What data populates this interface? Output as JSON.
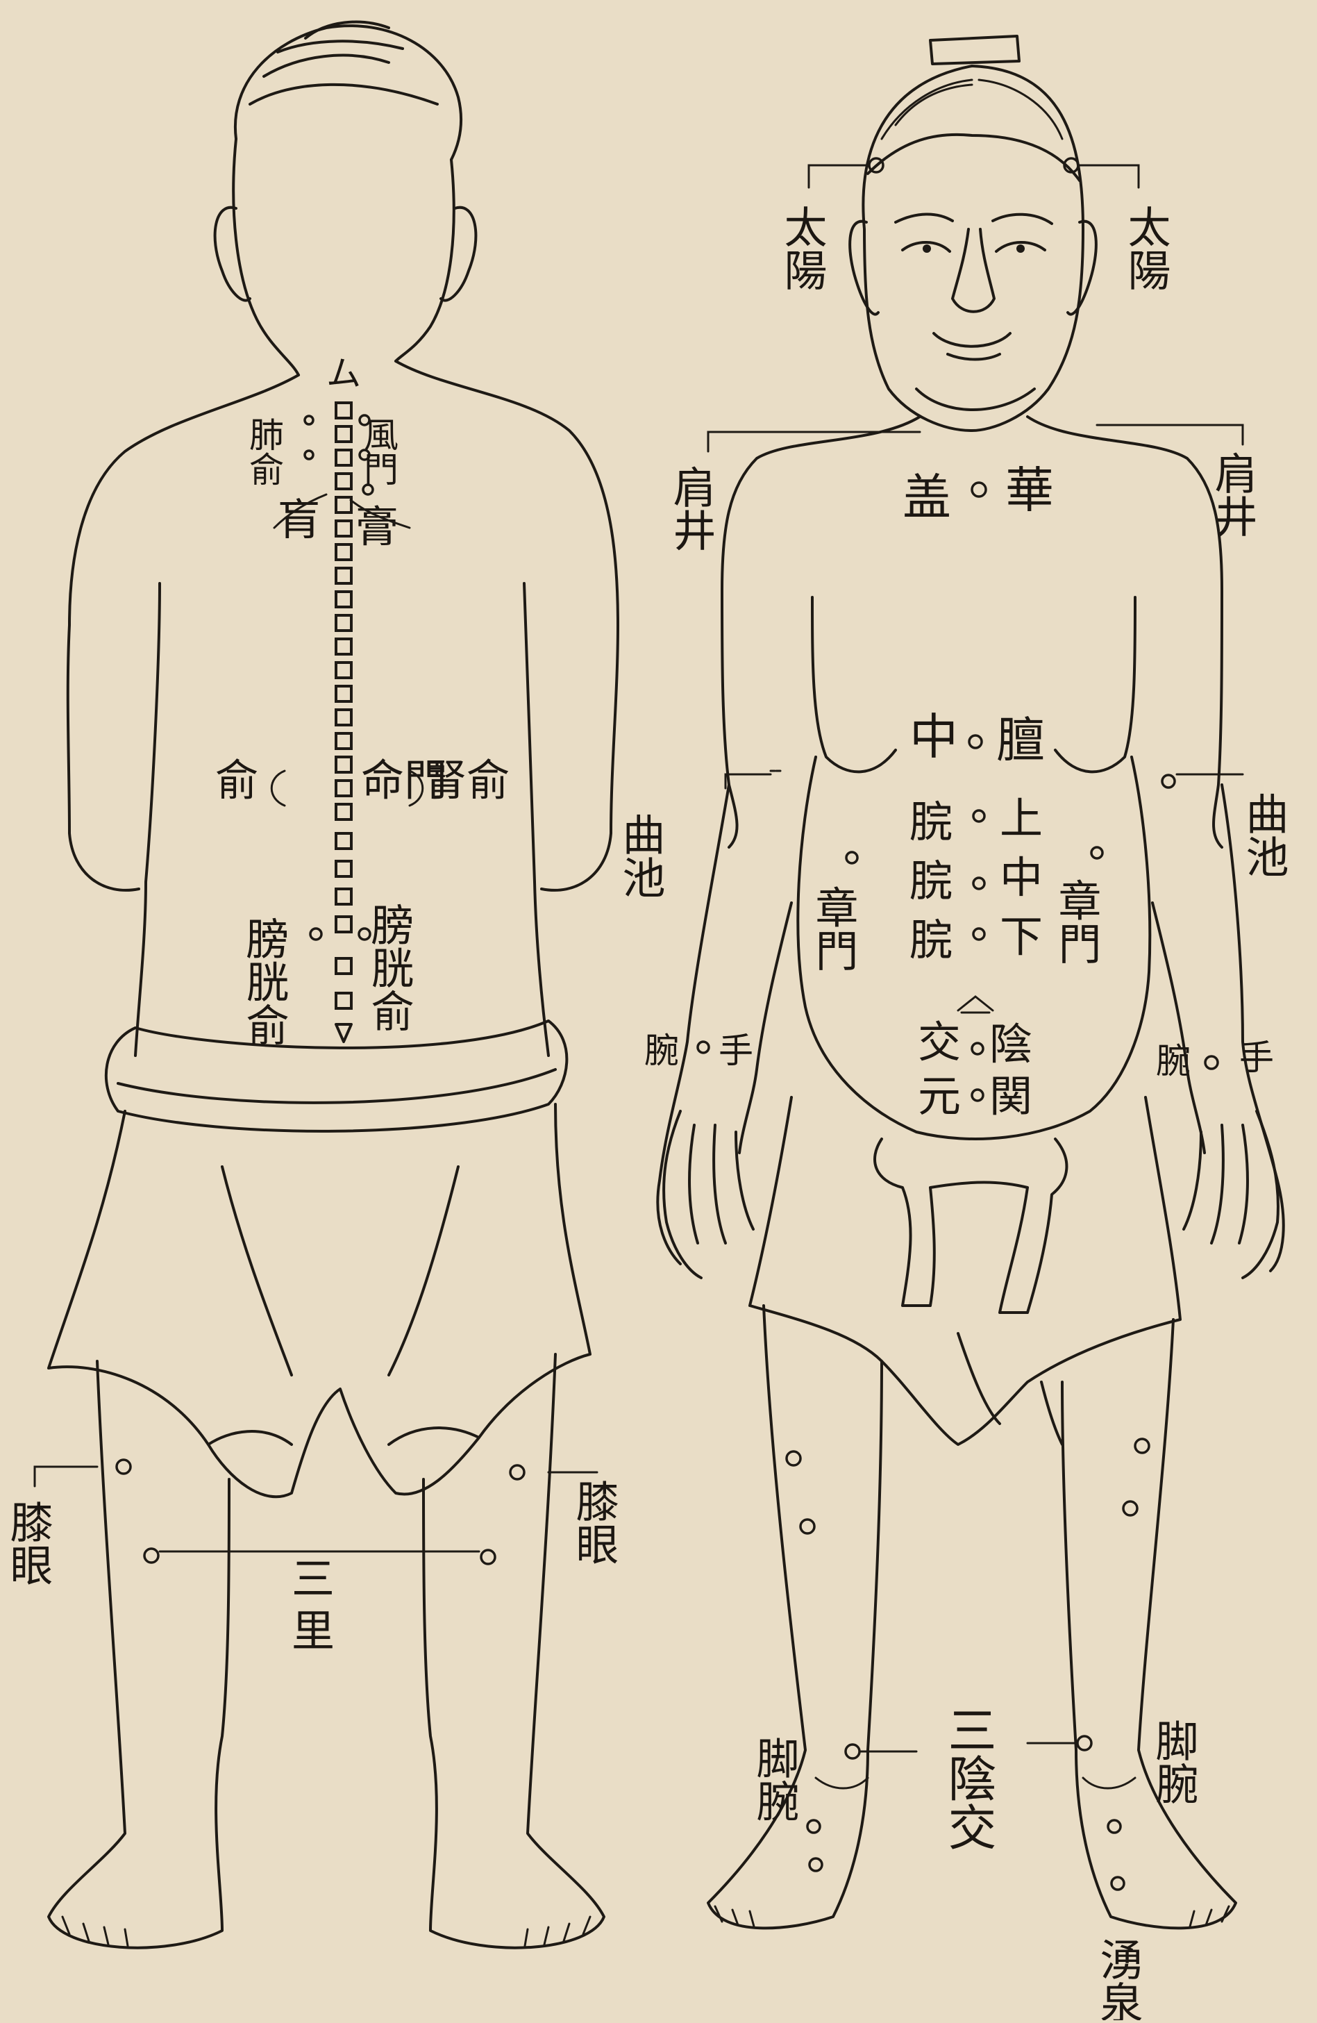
{
  "labels": {
    "taiyang": "太陽",
    "jianjing": "肩井",
    "huagai_1": "華",
    "huagai_2": "盖",
    "danzhong_1": "膻",
    "danzhong_2": "中",
    "shangwan": "上",
    "zhongwan": "中",
    "xiawan": "下",
    "wan_a": "脘",
    "wan_b": "脘",
    "wan_c": "脘",
    "zhangmen": "章門",
    "quchi": "曲池",
    "shouwan_1": "手",
    "shouwan_2": "腕",
    "yinjiao_1": "陰",
    "yinjiao_2": "交",
    "guanyuan_1": "関",
    "guanyuan_2": "元",
    "xiyan": "膝眼",
    "sanli_1": "三",
    "sanli_2": "里",
    "sanyinjiao": "三陰交",
    "jiaowan": "脚腕",
    "yongquan": "湧泉",
    "fengmen": "風門",
    "feishu": "肺俞",
    "gaohuang_1": "膏",
    "gaohuang_2": "肓",
    "shenshu": "腎俞",
    "mingmen": "命門",
    "shu": "俞",
    "pangguangshu": "膀胱俞",
    "spine_top": "ム"
  }
}
